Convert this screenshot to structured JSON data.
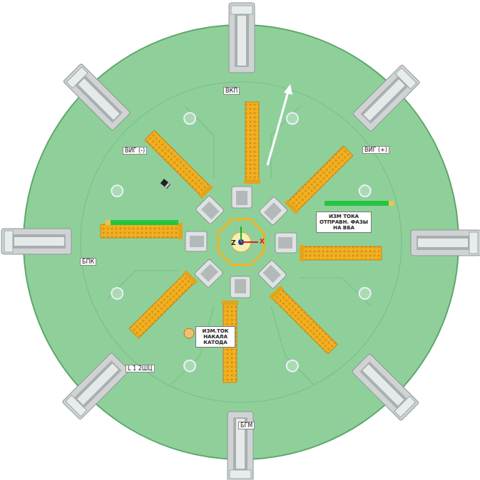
{
  "diagram": {
    "nodes": [
      {
        "text": [
          "ИЗМ ТОКА ОТПРАВН. ФАЗЫ НА ВБА"
        ]
      },
      {
        "text": [
          "ИЗМ.ТОК НАКАЛА КАТОДА"
        ]
      }
    ],
    "labels": [
      "ВКП",
      "ВИГ (-)",
      "ВИГ (+)",
      "БПК",
      "L 1 2ШЦ",
      "БГМ",
      "Z",
      "X"
    ]
  }
}
